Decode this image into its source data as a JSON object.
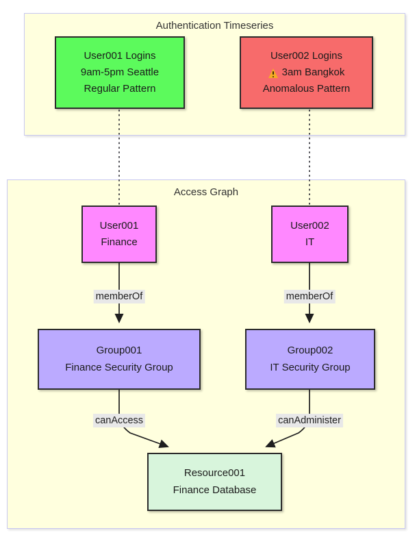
{
  "diagram": {
    "background": "#ffffff",
    "clusters": [
      {
        "id": "auth-timeseries",
        "title": "Authentication Timeseries",
        "fill": "#ffffde",
        "stroke": "#c8c8f0"
      },
      {
        "id": "access-graph",
        "title": "Access Graph",
        "fill": "#ffffde",
        "stroke": "#c8c8f0"
      }
    ],
    "nodes": [
      {
        "id": "user001-logins",
        "lines": [
          "User001 Logins",
          "9am-5pm Seattle",
          "Regular Pattern"
        ],
        "fill": "#5cfa5c",
        "stroke": "#2b2b2b",
        "icon": null
      },
      {
        "id": "user002-logins",
        "lines": [
          "User002 Logins",
          "3am Bangkok",
          "Anomalous Pattern"
        ],
        "fill": "#f76b6b",
        "stroke": "#2b2b2b",
        "icon": "warning-icon",
        "icon_line": 1
      },
      {
        "id": "user001-node",
        "lines": [
          "User001",
          "Finance"
        ],
        "fill": "#ff88ff",
        "stroke": "#2b2b2b",
        "icon": null
      },
      {
        "id": "user002-node",
        "lines": [
          "User002",
          "IT"
        ],
        "fill": "#ff88ff",
        "stroke": "#2b2b2b",
        "icon": null
      },
      {
        "id": "group001-node",
        "lines": [
          "Group001",
          "Finance Security Group"
        ],
        "fill": "#bbaaff",
        "stroke": "#2b2b2b",
        "icon": null
      },
      {
        "id": "group002-node",
        "lines": [
          "Group002",
          "IT Security Group"
        ],
        "fill": "#bbaaff",
        "stroke": "#2b2b2b",
        "icon": null
      },
      {
        "id": "resource001-node",
        "lines": [
          "Resource001",
          "Finance Database"
        ],
        "fill": "#d8f5dc",
        "stroke": "#2b2b2b",
        "icon": null
      }
    ],
    "edges": [
      {
        "id": "e-user001-logins-to-user001",
        "from": "user001-logins",
        "to": "user001-node",
        "label": "",
        "style": "dotted"
      },
      {
        "id": "e-user002-logins-to-user002",
        "from": "user002-logins",
        "to": "user002-node",
        "label": "",
        "style": "dotted"
      },
      {
        "id": "e-user001-to-group001",
        "from": "user001-node",
        "to": "group001-node",
        "label": "memberOf",
        "style": "solid-arrow"
      },
      {
        "id": "e-user002-to-group002",
        "from": "user002-node",
        "to": "group002-node",
        "label": "memberOf",
        "style": "solid-arrow"
      },
      {
        "id": "e-group001-to-resource001",
        "from": "group001-node",
        "to": "resource001-node",
        "label": "canAccess",
        "style": "solid-arrow"
      },
      {
        "id": "e-group002-to-resource001",
        "from": "group002-node",
        "to": "resource001-node",
        "label": "canAdminister",
        "style": "solid-arrow"
      }
    ],
    "edge_label_style": {
      "background": "#e8e8e8",
      "color": "#1f1f1f"
    }
  }
}
